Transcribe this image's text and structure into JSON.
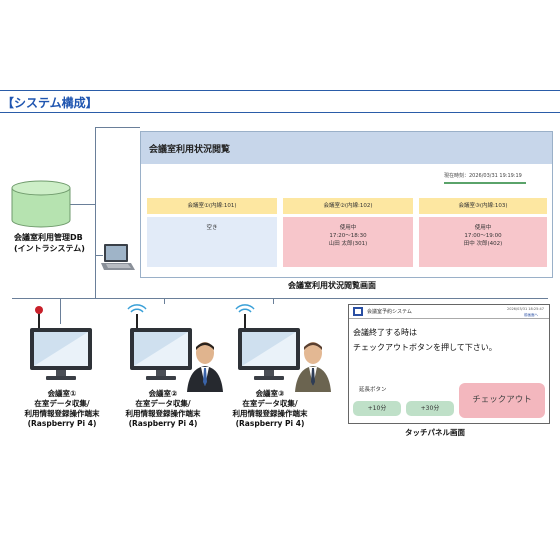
{
  "header": {
    "title": "【システム構成】"
  },
  "database": {
    "label_line1": "会議室利用管理DB",
    "label_line2": "(イントラシステム)"
  },
  "web_screen": {
    "title": "会議室利用状況閲覧",
    "current_time": "現在時刻：2026/03/31 19:19:19",
    "caption": "会議室利用状況閲覧画面",
    "rooms": [
      {
        "name": "会議室①(内線:101)",
        "status": "空き",
        "user": "",
        "time": ""
      },
      {
        "name": "会議室②(内線:102)",
        "status": "使用中",
        "time": "17:20〜18:30",
        "user": "山田 太郎(301)"
      },
      {
        "name": "会議室③(内線:103)",
        "status": "使用中",
        "time": "17:00〜19:00",
        "user": "田中 次郎(402)"
      }
    ]
  },
  "terminals": [
    {
      "line1": "会議室①",
      "line2": "在室データ収集/",
      "line3": "利用情報登録操作端末",
      "line4": "(Raspberry Pi 4)"
    },
    {
      "line1": "会議室②",
      "line2": "在室データ収集/",
      "line3": "利用情報登録操作端末",
      "line4": "(Raspberry Pi 4)"
    },
    {
      "line1": "会議室③",
      "line2": "在室データ収集/",
      "line3": "利用情報登録操作端末",
      "line4": "(Raspberry Pi 4)"
    }
  ],
  "touch_panel": {
    "title": "会議室予約システム",
    "date": "2026/03/31 18:25:47",
    "link": "前画面へ",
    "message_line1": "会議終了する時は",
    "message_line2": "チェックアウトボタンを押して下さい。",
    "extension_label": "延長ボタン",
    "extend_10": "+10分",
    "extend_30": "+30分",
    "checkout": "チェックアウト",
    "caption": "タッチパネル画面"
  },
  "colors": {
    "accent": "#1f55b0",
    "room_header": "#fde7a1",
    "room_free": "#e2ebf8",
    "room_busy": "#f7c6cb",
    "db_green": "#b6e3b0",
    "extend_button": "#bfe0c8",
    "checkout_button": "#f3b7be"
  }
}
